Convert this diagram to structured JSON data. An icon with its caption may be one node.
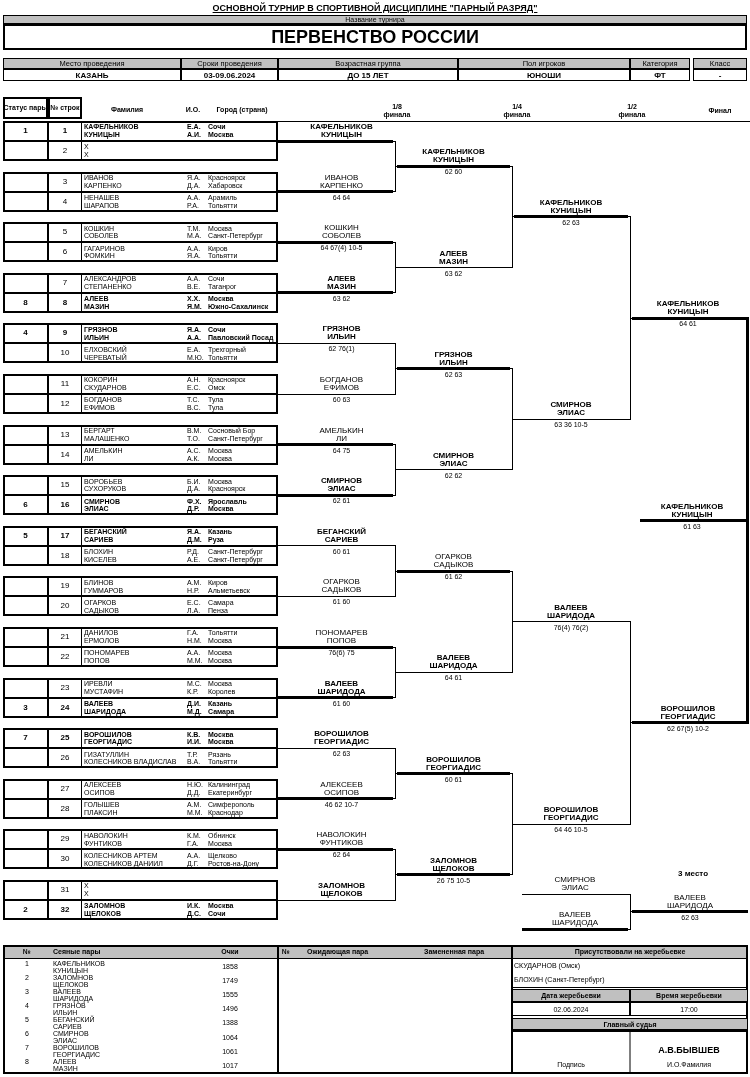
{
  "diagram": {
    "title": "ОСНОВНОЙ ТУРНИР В СПОРТИВНОЙ ДИСЦИПЛИНЕ \"ПАРНЫЙ РАЗРЯД\"",
    "nodes": [
      {
        "text": [],
        "shape": "box"
      },
      {
        "text": [
          "1"
        ],
        "in": 0
      },
      {
        "text": [
          "1",
          "КАФЕЛЬНИКОВ",
          "Е.А.",
          "Сочи",
          "КУНИЦЫН",
          "А.И.",
          "Москва"
        ],
        "in": 0
      },
      {
        "text": [],
        "shape": "box",
        "in": 0
      },
      {
        "text": [
          "2",
          "Х",
          "Х"
        ],
        "in": 0
      },
      {
        "text": [],
        "shape": "box"
      },
      {
        "text": [],
        "shape": "box",
        "in": 5
      },
      {
        "text": [
          "3",
          "ИВАНОВ",
          "Я.А.",
          "Красноярск",
          "КАРПЕНКО",
          "Д.А.",
          "Хабаровск"
        ],
        "in": 5
      },
      {
        "text": [],
        "shape": "box",
        "in": 5
      },
      {
        "text": [
          "4",
          "НЕНАШЕВ",
          "А.А.",
          "Арамиль",
          "ШАРАПОВ",
          "Р.А.",
          "Тольятти"
        ],
        "in": 5
      },
      {
        "text": [],
        "shape": "box"
      },
      {
        "text": [],
        "shape": "box",
        "in": 10
      },
      {
        "text": [
          "5",
          "КОШКИН",
          "Т.М.",
          "Москва",
          "СОБОЛЕВ",
          "М.А.",
          "Санкт-Петербург"
        ],
        "in": 10
      },
      {
        "text": [],
        "shape": "box",
        "in": 10
      },
      {
        "text": [
          "6",
          "ГАГАРИНОВ",
          "А.А.",
          "Киров",
          "ФОМКИН",
          "Я.А.",
          "Тольятти"
        ],
        "in": 10
      },
      {
        "text": [],
        "shape": "box"
      },
      {
        "text": [],
        "shape": "box",
        "in": 15
      },
      {
        "text": [
          "7",
          "АЛЕКСАНДРОВ",
          "А.А.",
          "Сочи",
          "СТЕПАНЕНКО",
          "В.Е.",
          "Таганрог"
        ],
        "in": 15
      },
      {
        "text": [
          "8"
        ],
        "in": 15
      },
      {
        "text": [
          "8",
          "АЛЕЕВ",
          "Х.Х.",
          "Москва",
          "МАЗИН",
          "Я.М.",
          "Южно-Сахалинск"
        ],
        "in": 15
      },
      {
        "text": [],
        "shape": "box"
      },
      {
        "text": [
          "4"
        ],
        "in": 20
      },
      {
        "text": [
          "9",
          "ГРЯЗНОВ",
          "Я.А.",
          "Сочи",
          "ИЛЬИН",
          "А.А.",
          "Павловский Посад"
        ],
        "in": 20
      },
      {
        "text": [],
        "shape": "box",
        "in": 20
      },
      {
        "text": [
          "10",
          "ЕЛХОВСКИЙ",
          "Е.А.",
          "Трехгорный",
          "ЧЕРЕВАТЫЙ",
          "М.Ю.",
          "Тольятти"
        ],
        "in": 20
      },
      {
        "text": [],
        "shape": "box"
      },
      {
        "text": [],
        "shape": "box",
        "in": 25
      },
      {
        "text": [
          "11",
          "КОКОРИН",
          "А.Н.",
          "Красноярск",
          "СКУДАРНОВ",
          "Е.С.",
          "Омск"
        ],
        "in": 25
      },
      {
        "text": [],
        "shape": "box",
        "in": 25
      },
      {
        "text": [
          "12",
          "БОГДАНОВ",
          "Т.С.",
          "Тула",
          "ЕФИМОВ",
          "В.С.",
          "Тула"
        ],
        "in": 25
      },
      {
        "text": [],
        "shape": "box"
      },
      {
        "text": [],
        "shape": "box",
        "in": 30
      },
      {
        "text": [
          "13",
          "БЕРГАРТ",
          "В.М.",
          "Сосновый Бор",
          "МАЛАШЕНКО",
          "Т.О.",
          "Санкт-Петербург"
        ],
        "in": 30
      },
      {
        "text": [],
        "shape": "box",
        "in": 30
      },
      {
        "text": [
          "14",
          "АМЕЛЬКИН",
          "А.С.",
          "Москва",
          "ЛИ",
          "А.К.",
          "Москва"
        ],
        "in": 30
      },
      {
        "text": [],
        "shape": "box"
      },
      {
        "text": [],
        "shape": "box",
        "in": 35
      },
      {
        "text": [
          "15",
          "ВОРОБЬЕВ",
          "Б.И.",
          "Москва",
          "СУХОРУКОВ",
          "Д.А.",
          "Красноярск"
        ],
        "in": 35
      },
      {
        "text": [
          "6"
        ],
        "in": 35
      },
      {
        "text": [
          "16",
          "СМИРНОВ",
          "Ф.Х.",
          "Ярославль",
          "ЭЛИАС",
          "Д.Р.",
          "Москва"
        ],
        "in": 35
      },
      {
        "text": [],
        "shape": "box"
      },
      {
        "text": [
          "5"
        ],
        "in": 40
      },
      {
        "text": [
          "17",
          "БЕГАНСКИЙ",
          "Я.А.",
          "Казань",
          "САРИЕВ",
          "Д.М.",
          "Руза"
        ],
        "in": 40
      },
      {
        "text": [],
        "shape": "box",
        "in": 40
      },
      {
        "text": [
          "18",
          "БЛОХИН",
          "Р.Д.",
          "Санкт-Петербург",
          "КИСЕЛЕВ",
          "А.Е.",
          "Санкт-Петербург"
        ],
        "in": 40
      },
      {
        "text": [],
        "shape": "box"
      },
      {
        "text": [],
        "shape": "box",
        "in": 45
      },
      {
        "text": [
          "19",
          "БЛИНОВ",
          "А.М.",
          "Киров",
          "ГУММАРОВ",
          "Н.Р.",
          "Альметьевск"
        ],
        "in": 45
      },
      {
        "text": [],
        "shape": "box",
        "in": 45
      },
      {
        "text": [
          "20",
          "ОГАРКОВ",
          "Е.С.",
          "Самара",
          "САДЫКОВ",
          "Л.А.",
          "Пенза"
        ],
        "in": 45
      },
      {
        "text": [],
        "shape": "box"
      },
      {
        "text": [],
        "shape": "box",
        "in": 50
      },
      {
        "text": [
          "21",
          "ДАНИЛОВ",
          "Г.А.",
          "Тольятти",
          "ЕРМОЛОВ",
          "Н.М.",
          "Москва"
        ],
        "in": 50
      },
      {
        "text": [],
        "shape": "box",
        "in": 50
      },
      {
        "text": [
          "22",
          "ПОНОМАРЕВ",
          "А.А.",
          "Москва",
          "ПОПОВ",
          "М.М.",
          "Москва"
        ],
        "in": 50
      },
      {
        "text": [],
        "shape": "box"
      },
      {
        "text": [],
        "shape": "box",
        "in": 55
      },
      {
        "text": [
          "23",
          "ИРЕВЛИ",
          "М.С.",
          "Москва",
          "МУСТАФИН",
          "К.Р.",
          "Королев"
        ],
        "in": 55
      },
      {
        "text": [
          "3"
        ],
        "in": 55
      },
      {
        "text": [
          "24",
          "ВАЛЕЕВ",
          "Д.И.",
          "Казань",
          "ШАРИДОДА",
          "М.Д.",
          "Самара"
        ],
        "in": 55
      },
      {
        "text": [],
        "shape": "box"
      },
      {
        "text": [
          "7"
        ],
        "in": 60
      },
      {
        "text": [
          "25",
          "ВОРОШИЛОВ",
          "К.В.",
          "Москва",
          "ГЕОРГИАДИС",
          "И.И.",
          "Москва"
        ],
        "in": 60
      },
      {
        "text": [],
        "shape": "box",
        "in": 60
      },
      {
        "text": [
          "26",
          "ГИЗАТУЛЛИН",
          "Т.Р.",
          "Рязань",
          "КОЛЕСНИКОВ ВЛАДИСЛАВ",
          "В.А.",
          "Тольятти"
        ],
        "in": 60
      },
      {
        "text": [],
        "shape": "box"
      },
      {
        "text": [],
        "shape": "box",
        "in": 65
      },
      {
        "text": [
          "27",
          "АЛЕКСЕЕВ",
          "Н.Ю.",
          "Калининград",
          "ОСИПОВ",
          "Д.Д.",
          "Екатеринбург"
        ],
        "in": 65
      },
      {
        "text": [],
        "shape": "box",
        "in": 65
      },
      {
        "text": [
          "28",
          "ГОЛЫШЕВ",
          "А.М.",
          "Симферополь",
          "ПЛАКСИН",
          "М.М.",
          "Краснодар"
        ],
        "in": 65
      },
      {
        "text": [],
        "shape": "box"
      },
      {
        "text": [],
        "shape": "box",
        "in": 70
      },
      {
        "text": [
          "29",
          "НАВОЛОКИН",
          "К.М.",
          "Обнинск",
          "ФУНТИКОВ",
          "Г.А.",
          "Москва"
        ],
        "in": 70
      },
      {
        "text": [],
        "shape": "box",
        "in": 70
      },
      {
        "text": [
          "30",
          "КОЛЕСНИКОВ АРТЕМ",
          "А.А.",
          "Щелково",
          "КОЛЕСНИКОВ ДАНИИЛ",
          "Д.Г.",
          "Ростов-на-Дону"
        ],
        "in": 70
      },
      {
        "text": [],
        "shape": "box"
      },
      {
        "text": [],
        "shape": "box",
        "in": 75
      },
      {
        "text": [
          "31",
          "Х",
          "Х"
        ],
        "in": 75
      },
      {
        "text": [
          "2"
        ],
        "in": 75
      },
      {
        "text": [
          "32",
          "ЗАЛОМНОВ",
          "И.К.",
          "Москва",
          "ЩЕЛОКОВ",
          "Д.С.",
          "Сочи"
        ],
        "in": 75
      },
      {
        "text": [
          "КАФЕЛЬНИКОВ КУНИЦЫН"
        ]
      },
      {
        "text": [
          "ИВАНОВ КАРПЕНКО",
          "64 64"
        ]
      },
      {
        "text": [
          "КОШКИН СОБОЛЕВ",
          "64 67(4) 10-5"
        ]
      },
      {
        "text": [
          "АЛЕЕВ МАЗИН",
          "63 62"
        ]
      },
      {
        "text": [
          "ГРЯЗНОВ ИЛЬИН",
          "62 76(1)"
        ]
      },
      {
        "text": [
          "БОГДАНОВ ЕФИМОВ",
          "60 63"
        ]
      },
      {
        "text": [
          "АМЕЛЬКИН ЛИ",
          "64 75"
        ]
      },
      {
        "text": [
          "СМИРНОВ ЭЛИАС",
          "62 61"
        ]
      },
      {
        "text": [
          "БЕГАНСКИЙ САРИЕВ",
          "60 61"
        ]
      },
      {
        "text": [
          "ОГАРКОВ САДЫКОВ",
          "61 60"
        ]
      },
      {
        "text": [
          "ПОНОМАРЕВ ПОПОВ",
          "76(6) 75"
        ]
      },
      {
        "text": [
          "ВАЛЕЕВ ШАРИДОДА",
          "61 60"
        ]
      },
      {
        "text": [
          "ВОРОШИЛОВ ГЕОРГИАДИС",
          "62 63"
        ]
      },
      {
        "text": [
          "АЛЕКСЕЕВ ОСИПОВ",
          "46 62 10-7"
        ]
      },
      {
        "text": [
          "НАВОЛОКИН ФУНТИКОВ",
          "62 64"
        ]
      },
      {
        "text": [
          "ЗАЛОМНОВ ЩЕЛОКОВ"
        ]
      },
      {
        "text": [
          "КАФЕЛЬНИКОВ КУНИЦЫН",
          "62 60"
        ]
      },
      {
        "text": [
          "АЛЕЕВ МАЗИН",
          "63 62"
        ]
      },
      {
        "text": [
          "ГРЯЗНОВ ИЛЬИН",
          "62 63"
        ]
      },
      {
        "text": [
          "СМИРНОВ ЭЛИАС",
          "62 62"
        ]
      },
      {
        "text": [
          "ОГАРКОВ САДЫКОВ",
          "61 62"
        ]
      },
      {
        "text": [
          "ВАЛЕЕВ ШАРИДОДА",
          "64 61"
        ]
      },
      {
        "text": [
          "ВОРОШИЛОВ ГЕОРГИАДИС",
          "60 61"
        ]
      },
      {
        "text": [
          "ЗАЛОМНОВ ЩЕЛОКОВ",
          "26 75 10-5"
        ]
      },
      {
        "text": [
          "КАФЕЛЬНИКОВ КУНИЦЫН",
          "62 63"
        ]
      },
      {
        "text": [
          "СМИРНОВ ЭЛИАС",
          "63 36 10-5"
        ]
      },
      {
        "text": [
          "ВАЛЕЕВ ШАРИДОДА",
          "76(4) 76(2)"
        ]
      },
      {
        "text": [
          "ВОРОШИЛОВ ГЕОРГИАДИС",
          "64 46 10-5"
        ]
      },
      {
        "text": [
          "КАФЕЛЬНИКОВ КУНИЦЫН",
          "64 61"
        ]
      },
      {
        "text": [
          "ВОРОШИЛОВ ГЕОРГИАДИС",
          "62 67(5) 10-2"
        ]
      },
      {
        "text": [
          "КАФЕЛЬНИКОВ КУНИЦЫН",
          "61 63"
        ]
      },
      {
        "text": [
          "СМИРНОВ ЭЛИАС"
        ]
      },
      {
        "text": [
          "ВАЛЕЕВ ШАРИДОДА"
        ]
      },
      {
        "text": [
          "ВАЛЕЕВ ШАРИДОДА",
          "62 63"
        ]
      },
      {
        "text": [
          "Статус пары"
        ]
      },
      {
        "text": [
          "№ строк"
        ]
      }
    ],
    "edges": [
      {
        "from": 0,
        "to": 80,
        "arrow": "none",
        "style": "thick"
      },
      {
        "from": 5,
        "to": 81,
        "arrow": "none",
        "style": "thick"
      },
      {
        "from": 10,
        "to": 82,
        "arrow": "none",
        "style": "thick"
      },
      {
        "from": 15,
        "to": 83,
        "arrow": "none",
        "style": "thick"
      },
      {
        "from": 20,
        "to": 84,
        "arrow": "none"
      },
      {
        "from": 25,
        "to": 85,
        "arrow": "none"
      },
      {
        "from": 30,
        "to": 86,
        "arrow": "none",
        "style": "thick"
      },
      {
        "from": 35,
        "to": 87,
        "arrow": "none",
        "style": "thick"
      },
      {
        "from": 40,
        "to": 88,
        "arrow": "none"
      },
      {
        "from": 45,
        "to": 89,
        "arrow": "none"
      },
      {
        "from": 50,
        "to": 90,
        "arrow": "none",
        "style": "thick"
      },
      {
        "from": 55,
        "to": 91,
        "arrow": "none",
        "style": "thick"
      },
      {
        "from": 60,
        "to": 92,
        "arrow": "none"
      },
      {
        "from": 65,
        "to": 93,
        "arrow": "none",
        "style": "thick"
      },
      {
        "from": 70,
        "to": 94,
        "arrow": "none",
        "style": "thick"
      },
      {
        "from": 75,
        "to": 95,
        "arrow": "none"
      },
      {
        "from": 80,
        "to": 96,
        "arrow": "none"
      },
      {
        "from": 81,
        "to": 96,
        "arrow": "none"
      },
      {
        "from": 82,
        "to": 97,
        "arrow": "none"
      },
      {
        "from": 83,
        "to": 97,
        "arrow": "none"
      },
      {
        "from": 84,
        "to": 98,
        "arrow": "none"
      },
      {
        "from": 85,
        "to": 98,
        "arrow": "none"
      },
      {
        "from": 86,
        "to": 99,
        "arrow": "none"
      },
      {
        "from": 87,
        "to": 99,
        "arrow": "none"
      },
      {
        "from": 88,
        "to": 100,
        "arrow": "none"
      },
      {
        "from": 89,
        "to": 100,
        "arrow": "none"
      },
      {
        "from": 90,
        "to": 101,
        "arrow": "none"
      },
      {
        "from": 91,
        "to": 101,
        "arrow": "none"
      },
      {
        "from": 92,
        "to": 102,
        "arrow": "none"
      },
      {
        "from": 93,
        "to": 102,
        "arrow": "none"
      },
      {
        "from": 94,
        "to": 103,
        "arrow": "none"
      },
      {
        "from": 95,
        "to": 103,
        "arrow": "none"
      },
      {
        "from": 96,
        "to": 104,
        "arrow": "none"
      },
      {
        "from": 97,
        "to": 104,
        "arrow": "none"
      },
      {
        "from": 98,
        "to": 105,
        "arrow": "none"
      },
      {
        "from": 99,
        "to": 105,
        "arrow": "none"
      },
      {
        "from": 100,
        "to": 106,
        "arrow": "none"
      },
      {
        "from": 101,
        "to": 106,
        "arrow": "none"
      },
      {
        "from": 102,
        "to": 107,
        "arrow": "none"
      },
      {
        "from": 103,
        "to": 107,
        "arrow": "none"
      },
      {
        "from": 104,
        "to": 108,
        "arrow": "none"
      },
      {
        "from": 105,
        "to": 108,
        "arrow": "none"
      },
      {
        "from": 106,
        "to": 109,
        "arrow": "none"
      },
      {
        "from": 107,
        "to": 109,
        "arrow": "none"
      },
      {
        "from": 108,
        "to": 110,
        "arrow": "none",
        "style": "thick"
      },
      {
        "from": 109,
        "to": 110,
        "arrow": "none",
        "style": "thick"
      },
      {
        "from": 111,
        "to": 113,
        "arrow": "none"
      },
      {
        "from": 112,
        "to": 113,
        "arrow": "none"
      }
    ],
    "labels": [
      "Название турнира",
      "ПЕРВЕНСТВО РОССИИ",
      "Место проведения",
      "Сроки проведения",
      "Возрастная группа",
      "Пол игроков",
      "Категория",
      "Класс",
      "КАЗАНЬ",
      "03-09.06.2024",
      "ДО 15 ЛЕТ",
      "ЮНОШИ",
      "ФТ",
      "-",
      "Фамилия",
      "И.О.",
      "Город (страна)",
      "1/8 финала",
      "1/4 финала",
      "1/2 финала",
      "Финал",
      "3 место",
      "№",
      "Сеяные пары",
      "Очки",
      "№",
      "Ожидающая пара",
      "Замененная пара",
      "Присутствовали на жеребьевке",
      "1",
      "КАФЕЛЬНИКОВ КУНИЦЫН",
      "1858",
      "2",
      "ЗАЛОМНОВ ЩЕЛОКОВ",
      "1749",
      "3",
      "ВАЛЕЕВ ШАРИДОДА",
      "1555",
      "4",
      "ГРЯЗНОВ ИЛЬИН",
      "1496",
      "5",
      "БЕГАНСКИЙ САРИЕВ",
      "1388",
      "6",
      "СМИРНОВ ЭЛИАС",
      "1064",
      "7",
      "ВОРОШИЛОВ ГЕОРГИАДИС",
      "1061",
      "8",
      "АЛЕЕВ МАЗИН",
      "1017",
      "СКУДАРНОВ (Омск)",
      "БЛОХИН (Санкт-Петербург)",
      "Дата жеребьевки",
      "Время жеребьевки",
      "02.06.2024",
      "17:00",
      "Главный судья",
      "Подпись",
      "А.В.БЫВШЕВ",
      "И.О.Фамилия"
    ]
  }
}
